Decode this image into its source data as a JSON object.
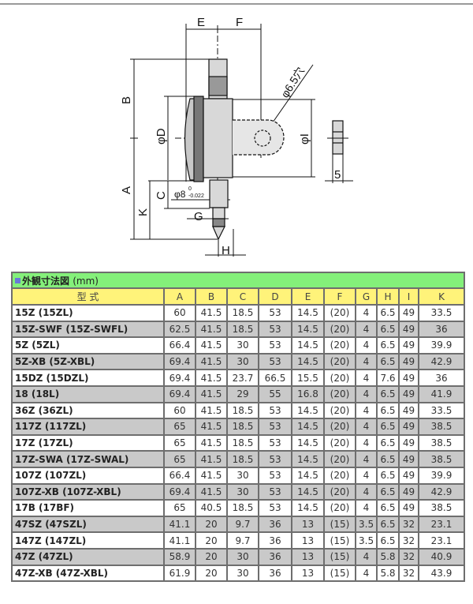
{
  "drawing": {
    "labels": {
      "E": "E",
      "F": "F",
      "B": "B",
      "A": "A",
      "D": "φD",
      "C": "C",
      "K": "K",
      "G": "G",
      "H": "H",
      "I": "φI",
      "hole": "φ6.5穴",
      "stem": "φ8",
      "tol_upper": "0",
      "tol_lower": "-0.022",
      "five": "5"
    }
  },
  "table": {
    "title": "外観寸法図",
    "unit": "(mm)",
    "headers": [
      "型 式",
      "A",
      "B",
      "C",
      "D",
      "E",
      "F",
      "G",
      "H",
      "I",
      "K"
    ],
    "rows": [
      [
        "15Z (15ZL)",
        "60",
        "41.5",
        "18.5",
        "53",
        "14.5",
        "(20)",
        "4",
        "6.5",
        "49",
        "33.5"
      ],
      [
        "15Z-SWF (15Z-SWFL)",
        "62.5",
        "41.5",
        "18.5",
        "53",
        "14.5",
        "(20)",
        "4",
        "6.5",
        "49",
        "36"
      ],
      [
        "5Z (5ZL)",
        "66.4",
        "41.5",
        "30",
        "53",
        "14.5",
        "(20)",
        "4",
        "6.5",
        "49",
        "39.9"
      ],
      [
        "5Z-XB (5Z-XBL)",
        "69.4",
        "41.5",
        "30",
        "53",
        "14.5",
        "(20)",
        "4",
        "6.5",
        "49",
        "42.9"
      ],
      [
        "15DZ (15DZL)",
        "69.4",
        "41.5",
        "23.7",
        "66.5",
        "15.5",
        "(20)",
        "4",
        "7.6",
        "49",
        "36"
      ],
      [
        "18 (18L)",
        "69.4",
        "41.5",
        "29",
        "55",
        "16.8",
        "(20)",
        "4",
        "6.5",
        "49",
        "41.9"
      ],
      [
        "36Z (36ZL)",
        "60",
        "41.5",
        "18.5",
        "53",
        "14.5",
        "(20)",
        "4",
        "6.5",
        "49",
        "33.5"
      ],
      [
        "117Z (117ZL)",
        "65",
        "41.5",
        "18.5",
        "53",
        "14.5",
        "(20)",
        "4",
        "6.5",
        "49",
        "38.5"
      ],
      [
        "17Z (17ZL)",
        "65",
        "41.5",
        "18.5",
        "53",
        "14.5",
        "(20)",
        "4",
        "6.5",
        "49",
        "38.5"
      ],
      [
        "17Z-SWA (17Z-SWAL)",
        "65",
        "41.5",
        "18.5",
        "53",
        "14.5",
        "(20)",
        "4",
        "6.5",
        "49",
        "38.5"
      ],
      [
        "107Z (107ZL)",
        "66.4",
        "41.5",
        "30",
        "53",
        "14.5",
        "(20)",
        "4",
        "6.5",
        "49",
        "39.9"
      ],
      [
        "107Z-XB (107Z-XBL)",
        "69.4",
        "41.5",
        "30",
        "53",
        "14.5",
        "(20)",
        "4",
        "6.5",
        "49",
        "42.9"
      ],
      [
        "17B (17BF)",
        "65",
        "40.5",
        "18.5",
        "53",
        "14.5",
        "(20)",
        "4",
        "6.5",
        "49",
        "38.5"
      ],
      [
        "47SZ (47SZL)",
        "41.1",
        "20",
        "9.7",
        "36",
        "13",
        "(15)",
        "3.5",
        "6.5",
        "32",
        "23.1"
      ],
      [
        "147Z (147ZL)",
        "41.1",
        "20",
        "9.7",
        "36",
        "13",
        "(15)",
        "3.5",
        "6.5",
        "32",
        "23.1"
      ],
      [
        "47Z (47ZL)",
        "58.9",
        "20",
        "30",
        "36",
        "13",
        "(15)",
        "4",
        "5.8",
        "32",
        "40.9"
      ],
      [
        "47Z-XB (47Z-XBL)",
        "61.9",
        "20",
        "30",
        "36",
        "13",
        "(15)",
        "4",
        "5.8",
        "32",
        "43.9"
      ]
    ]
  }
}
